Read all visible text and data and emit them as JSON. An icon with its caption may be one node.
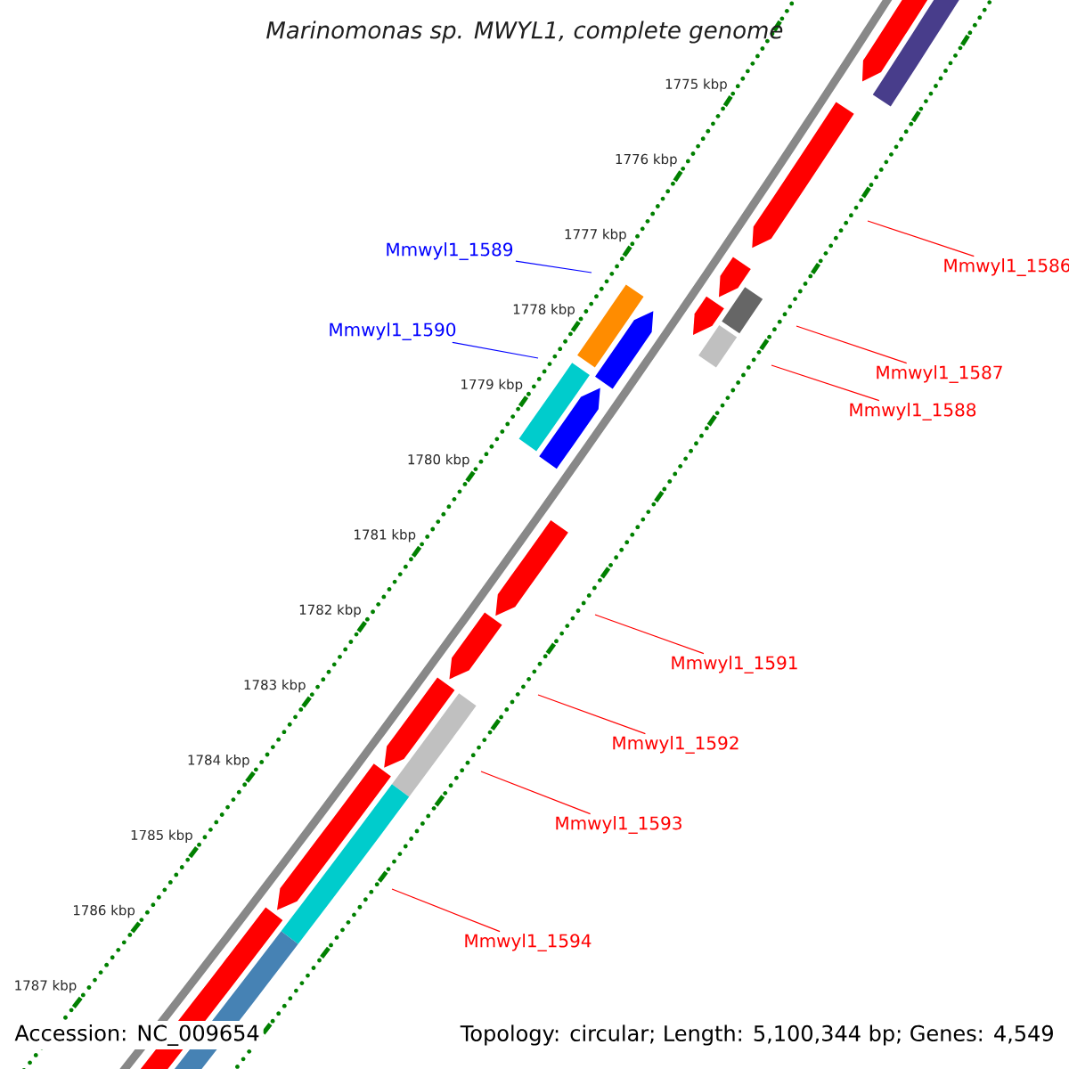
{
  "diagram": {
    "title": "Marinomonas sp. MWYL1, complete genome",
    "nodes": [
      {
        "text": [
          "Mmwyl1_1589"
        ]
      },
      {
        "text": [
          "Mmwyl1_1586"
        ]
      },
      {
        "text": [
          "Mmwyl1_1590"
        ]
      },
      {
        "text": [
          "Mmwyl1_1587"
        ]
      },
      {
        "text": [
          "Mmwyl1_1588"
        ]
      },
      {
        "text": [
          "Mmwyl1_1591"
        ]
      },
      {
        "text": [
          "Mmwyl1_1592"
        ]
      },
      {
        "text": [
          "Mmwyl1_1593"
        ]
      },
      {
        "text": [
          "Mmwyl1_1594"
        ]
      }
    ],
    "edges": [
      {
        "from": 0,
        "to": null,
        "arrow": "none",
        "color": "#0000ff"
      },
      {
        "from": 1,
        "to": null,
        "arrow": "none"
      },
      {
        "from": 2,
        "to": null,
        "arrow": "none",
        "color": "#0000ff"
      },
      {
        "from": 3,
        "to": null,
        "arrow": "none"
      },
      {
        "from": 4,
        "to": null,
        "arrow": "none"
      },
      {
        "from": 5,
        "to": null,
        "arrow": "none"
      },
      {
        "from": 6,
        "to": null,
        "arrow": "none"
      },
      {
        "from": 7,
        "to": null,
        "arrow": "none"
      },
      {
        "from": 8,
        "to": null,
        "arrow": "none"
      }
    ],
    "labels": [
      "1775 kbp",
      "1776 kbp",
      "1777 kbp",
      "1778 kbp",
      "1779 kbp",
      "1780 kbp",
      "1781 kbp",
      "1782 kbp",
      "1783 kbp",
      "1784 kbp",
      "1785 kbp",
      "1786 kbp",
      "1787 kbp",
      "Accession: NC_009654",
      "Topology: circular; Length: 5,100,344 bp; Genes: 4,549"
    ]
  }
}
